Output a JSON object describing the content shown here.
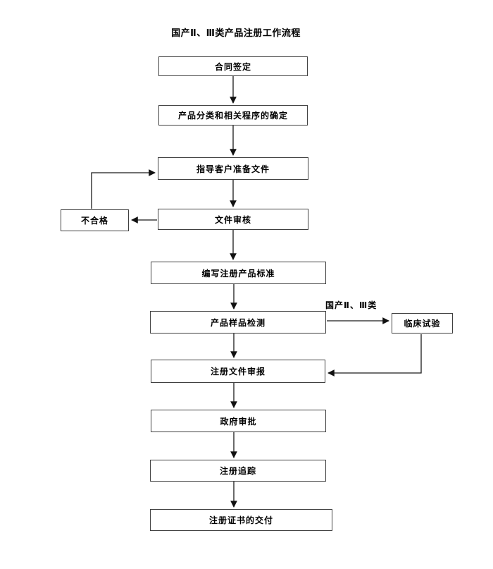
{
  "title": "国产Ⅱ、Ⅲ类产品注册工作流程",
  "nodes": {
    "contract": {
      "label": "合同签定"
    },
    "classification": {
      "label": "产品分类和相关程序的确定"
    },
    "guide": {
      "label": "指导客户准备文件"
    },
    "review": {
      "label": "文件审核"
    },
    "unqualified": {
      "label": "不合格"
    },
    "standard": {
      "label": "编写注册产品标准"
    },
    "testing": {
      "label": "产品样品检测"
    },
    "clinical": {
      "label": "临床试验"
    },
    "submission": {
      "label": "注册文件审报"
    },
    "approval": {
      "label": "政府审批"
    },
    "tracking": {
      "label": "注册追踪"
    },
    "delivery": {
      "label": "注册证书的交付"
    }
  },
  "edge_labels": {
    "domestic_class": "国产Ⅱ、Ⅲ类"
  },
  "colors": {
    "background": "#ffffff",
    "box_border": "#404040",
    "line": "#1a1a1a",
    "text": "#000000"
  }
}
